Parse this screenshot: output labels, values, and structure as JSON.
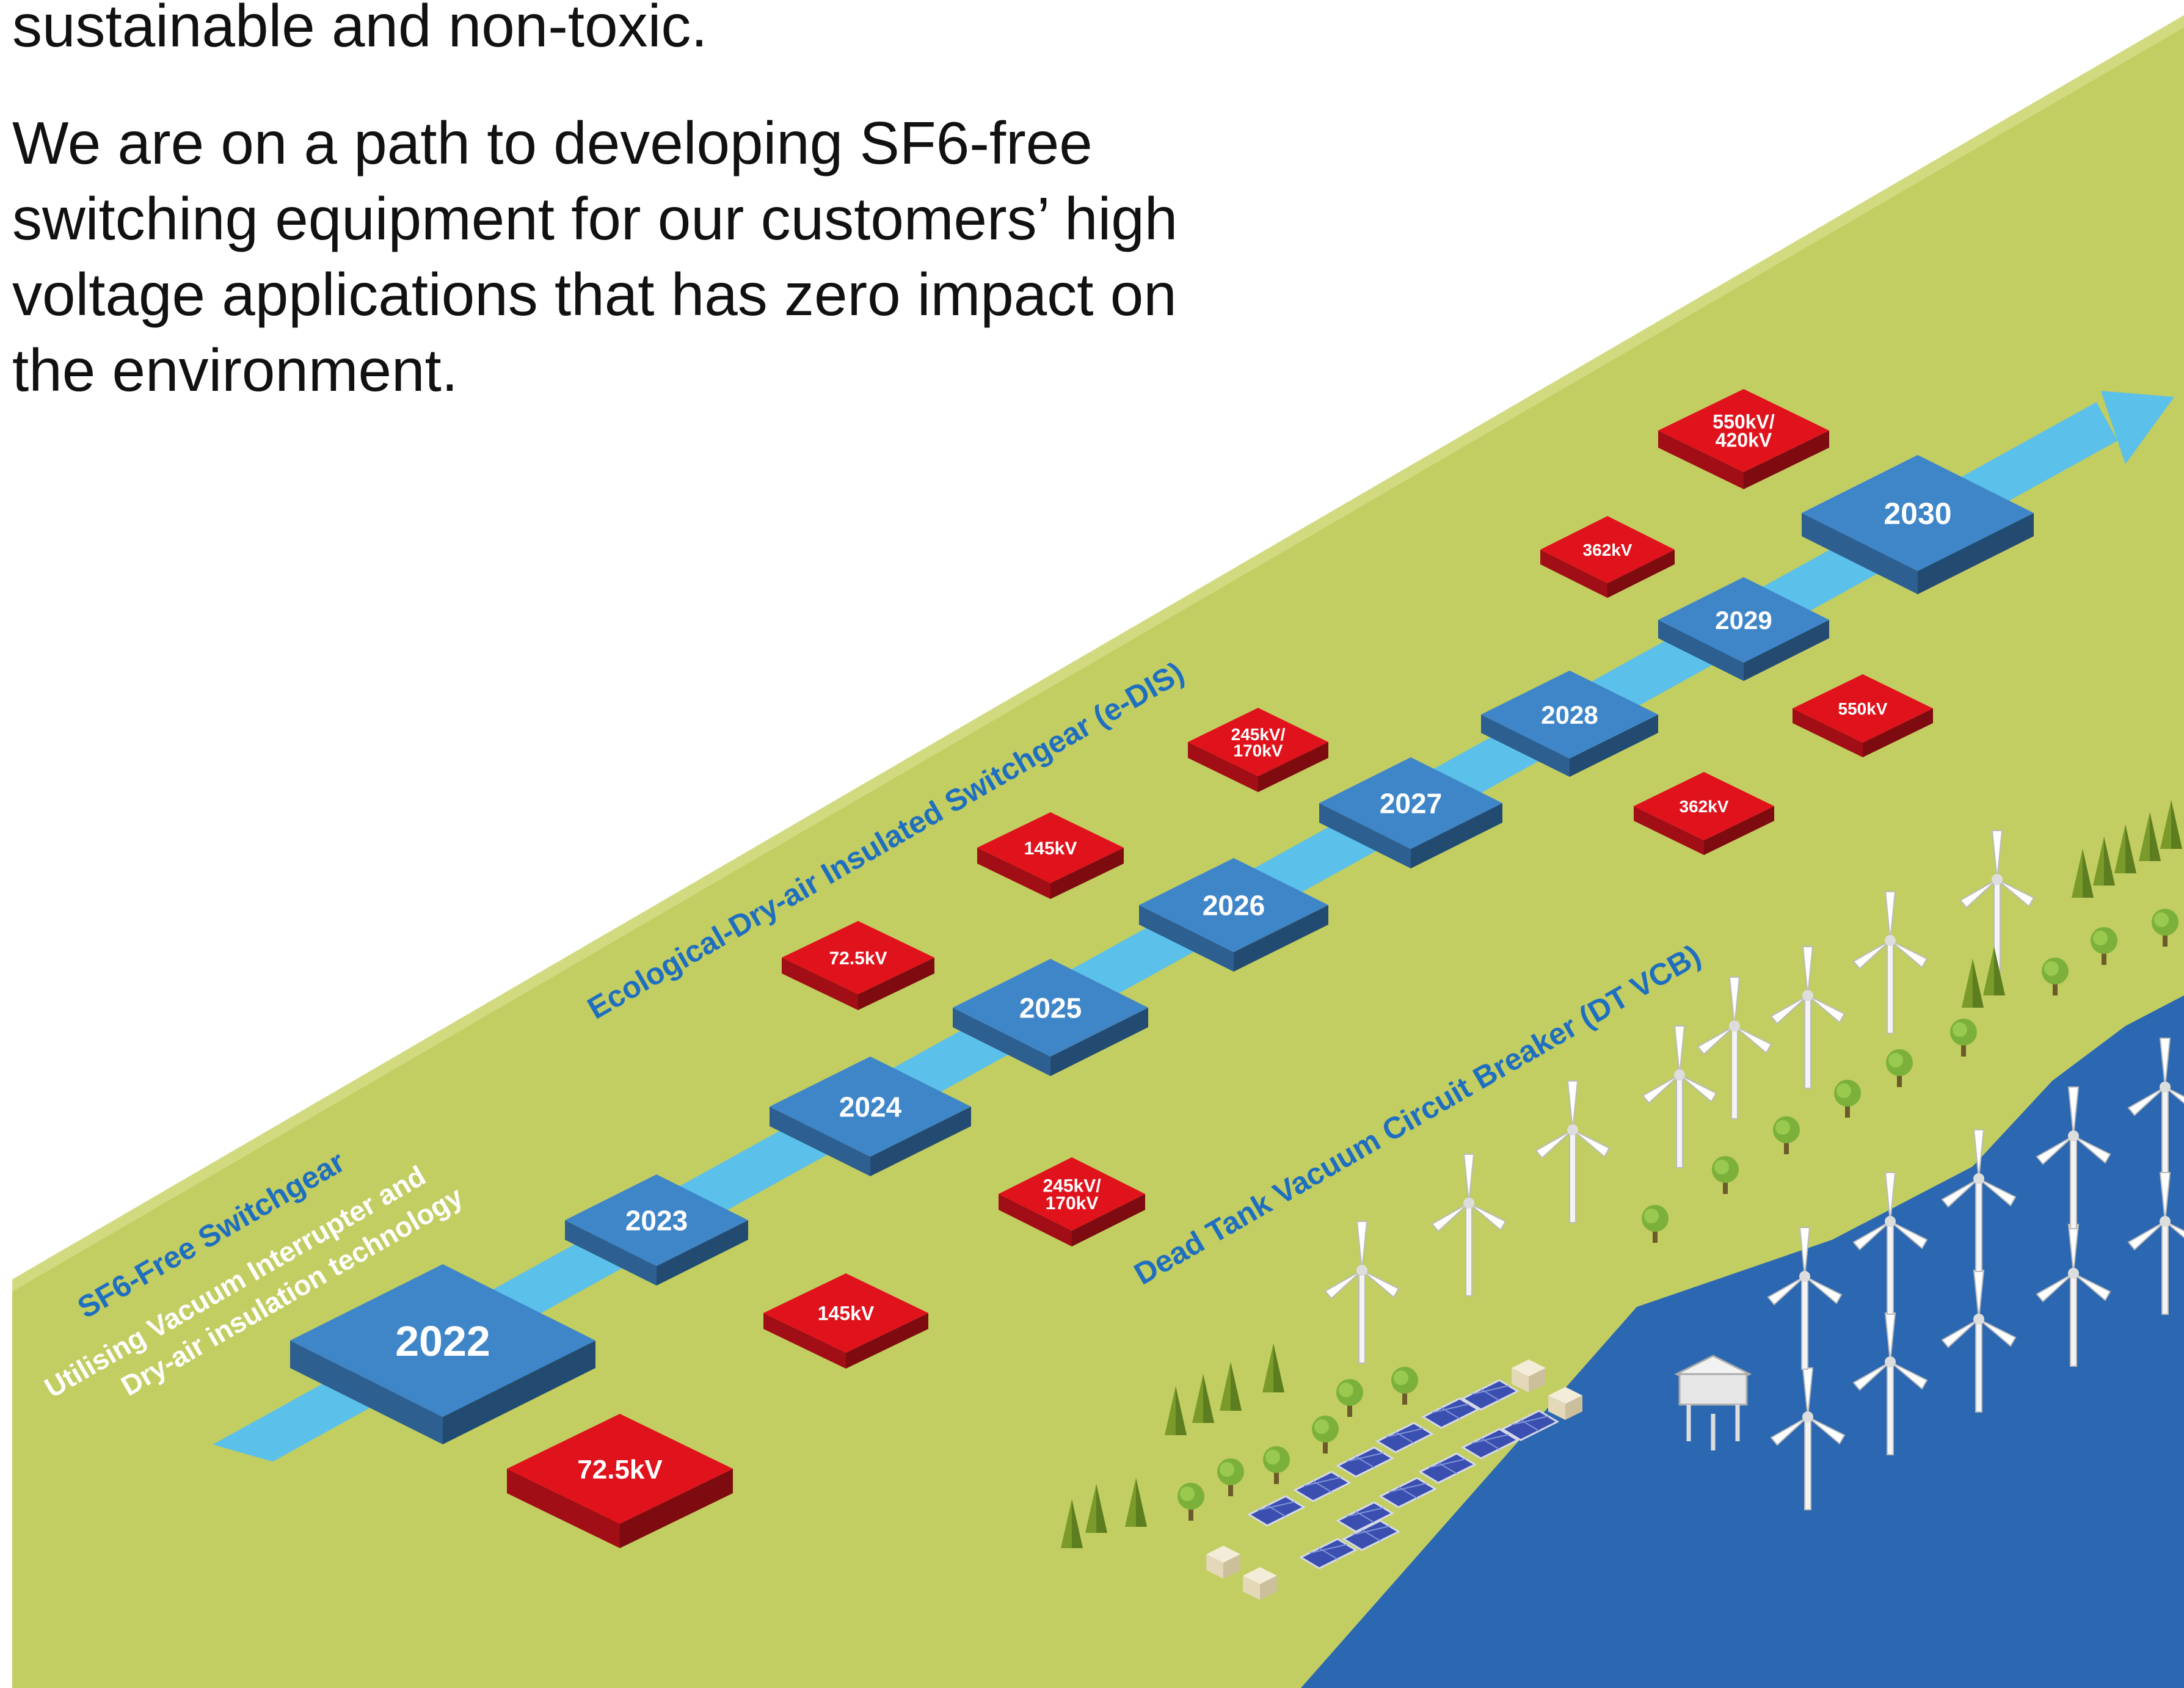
{
  "intro": {
    "line1": "sustainable and non-toxic.",
    "line2": "We are on a path to developing SF6-free switching equipment for our customers’ high voltage applications that has zero impact on the environment."
  },
  "bands": {
    "sf6_free": "SF6-Free Switchgear",
    "vacuum_1": "Utilising Vacuum Interrupter and",
    "vacuum_2": "Dry-air insulation technology",
    "edis": "Ecological-Dry-air Insulated Switchgear (e-DIS)",
    "dtvcb": "Dead Tank Vacuum Circuit Breaker (DT VCB)"
  },
  "years": [
    "2022",
    "2023",
    "2024",
    "2025",
    "2026",
    "2027",
    "2028",
    "2029",
    "2030"
  ],
  "ratings": {
    "r2022": "72.5kV",
    "r2023": "145kV",
    "r2024": "245kV/ 170kV",
    "r2025": "72.5kV",
    "r2026a": "145kV",
    "r2026b": "245kV/ 170kV",
    "r2028a": "362kV",
    "r2028b": "362kV",
    "r2029a": "550kV/ 420kV",
    "r2029b": "550kV"
  },
  "colors": {
    "land": "#c2cd62",
    "sea": "#2c68b1",
    "arrow": "#5bc0ea",
    "year_block": "#3f86c9",
    "rating_block": "#e0131d",
    "band_text": "#1f6fc0"
  }
}
